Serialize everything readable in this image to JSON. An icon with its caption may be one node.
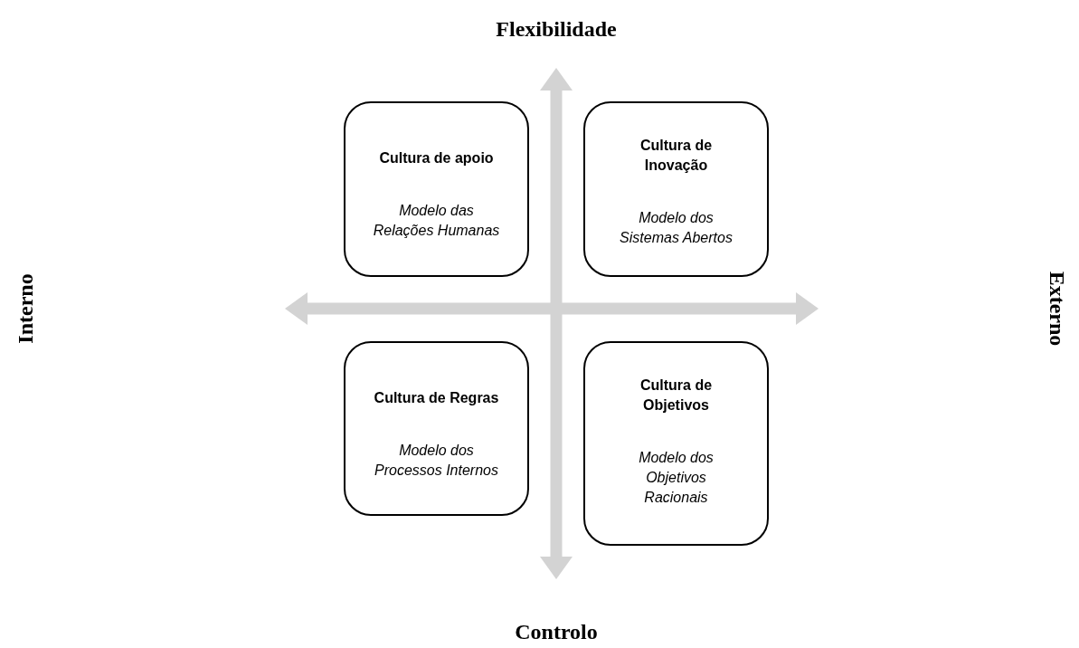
{
  "diagram": {
    "nodes": [
      {
        "text": [
          "Cultura de apoio",
          "Modelo das Relações Humanas"
        ]
      },
      {
        "text": [
          "Cultura de Inovação",
          "Modelo dos Sistemas Abertos"
        ]
      },
      {
        "text": [
          "Cultura de Regras",
          "Modelo dos Processos Internos"
        ]
      },
      {
        "text": [
          "Cultura de Objetivos",
          "Modelo dos Objetivos Racionais"
        ]
      }
    ],
    "edges": [],
    "labels": [
      "Flexibilidade",
      "Interno",
      "Externo",
      "Controlo"
    ]
  }
}
